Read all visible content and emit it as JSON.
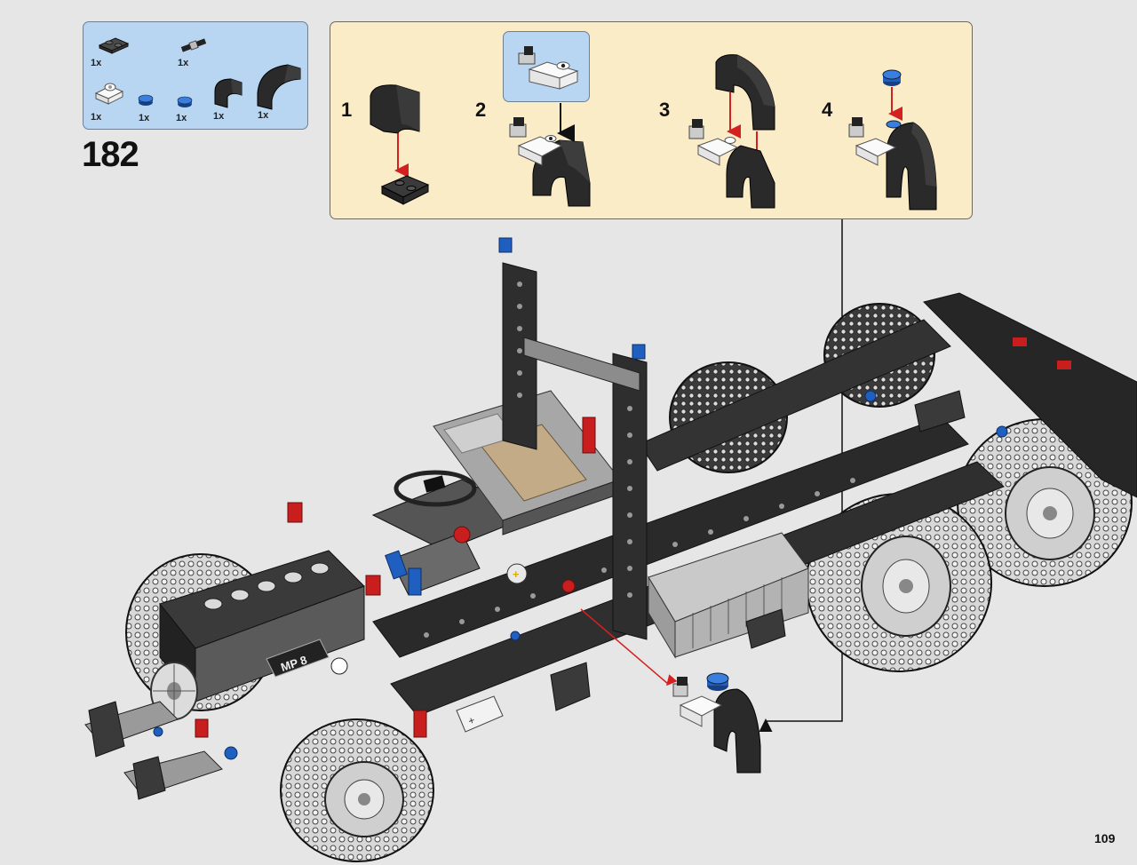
{
  "parts_list": {
    "items": [
      {
        "qty": "1x",
        "icon": "plate-1x2-dark-gray"
      },
      {
        "qty": "1x",
        "icon": "axle-connector-black"
      },
      {
        "qty": "1x",
        "icon": "pin-connector-white"
      },
      {
        "qty": "1x",
        "icon": "round-tile-blue"
      },
      {
        "qty": "1x",
        "icon": "round-plate-blue"
      },
      {
        "qty": "1x",
        "icon": "curved-slope-small-black"
      },
      {
        "qty": "1x",
        "icon": "curved-slope-large-black"
      }
    ]
  },
  "step": {
    "number": "182"
  },
  "substeps": [
    {
      "label": "1"
    },
    {
      "label": "2"
    },
    {
      "label": "3"
    },
    {
      "label": "4"
    }
  ],
  "page": {
    "number": "109"
  },
  "colors": {
    "page_bg": "#e6e6e6",
    "parts_box_bg": "#b8d6f1",
    "substep_box_bg": "#fbecc8",
    "arrow_red": "#d42020",
    "brick_black": "#2a2a2a",
    "brick_blue": "#1f5fbf",
    "brick_red": "#c81e1e",
    "brick_tan": "#c2ab86"
  }
}
